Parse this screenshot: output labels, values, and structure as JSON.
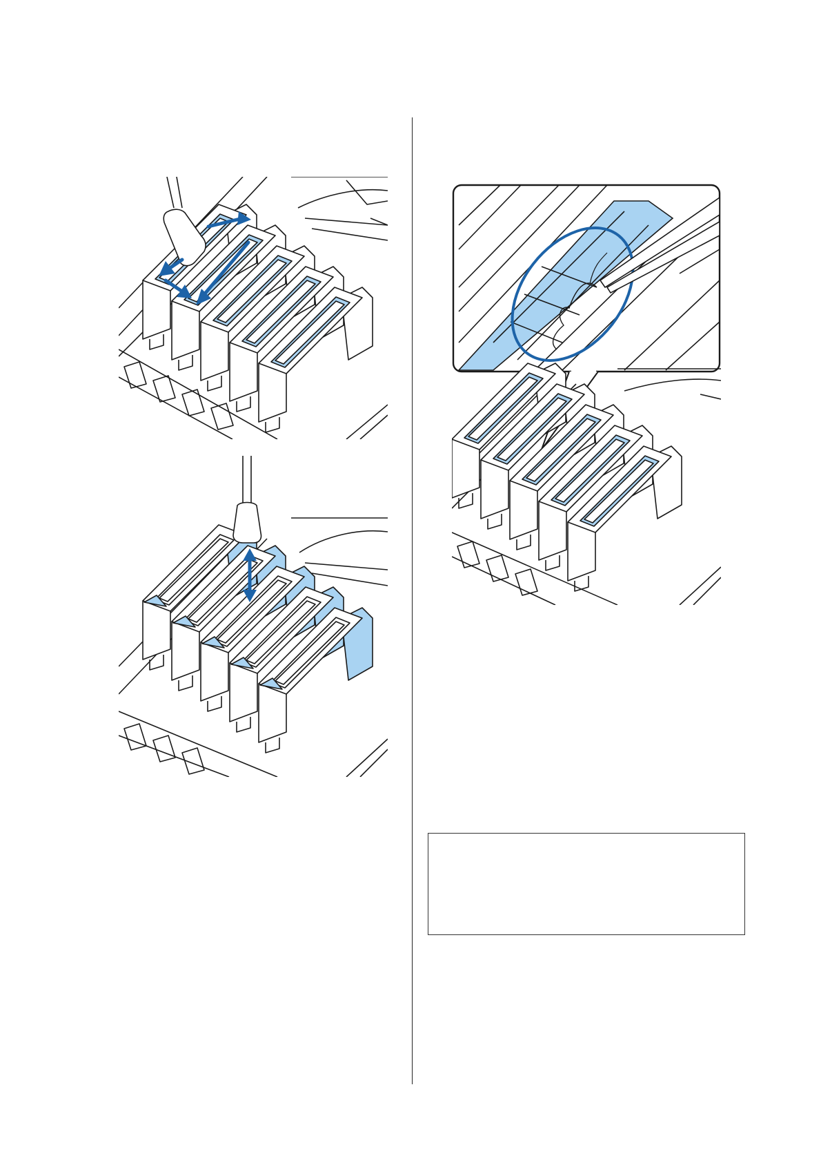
{
  "figures": [
    {
      "id": "fig-1",
      "icon": "wipe-cap-edges-illustration"
    },
    {
      "id": "fig-2",
      "icon": "wipe-cap-guide-illustration"
    },
    {
      "id": "fig-3",
      "icon": "remove-lint-zoom-illustration"
    }
  ],
  "colors": {
    "accent": "#1d63a8",
    "highlight": "#a9d3f2",
    "line": "#1a1a1a"
  },
  "note": {}
}
